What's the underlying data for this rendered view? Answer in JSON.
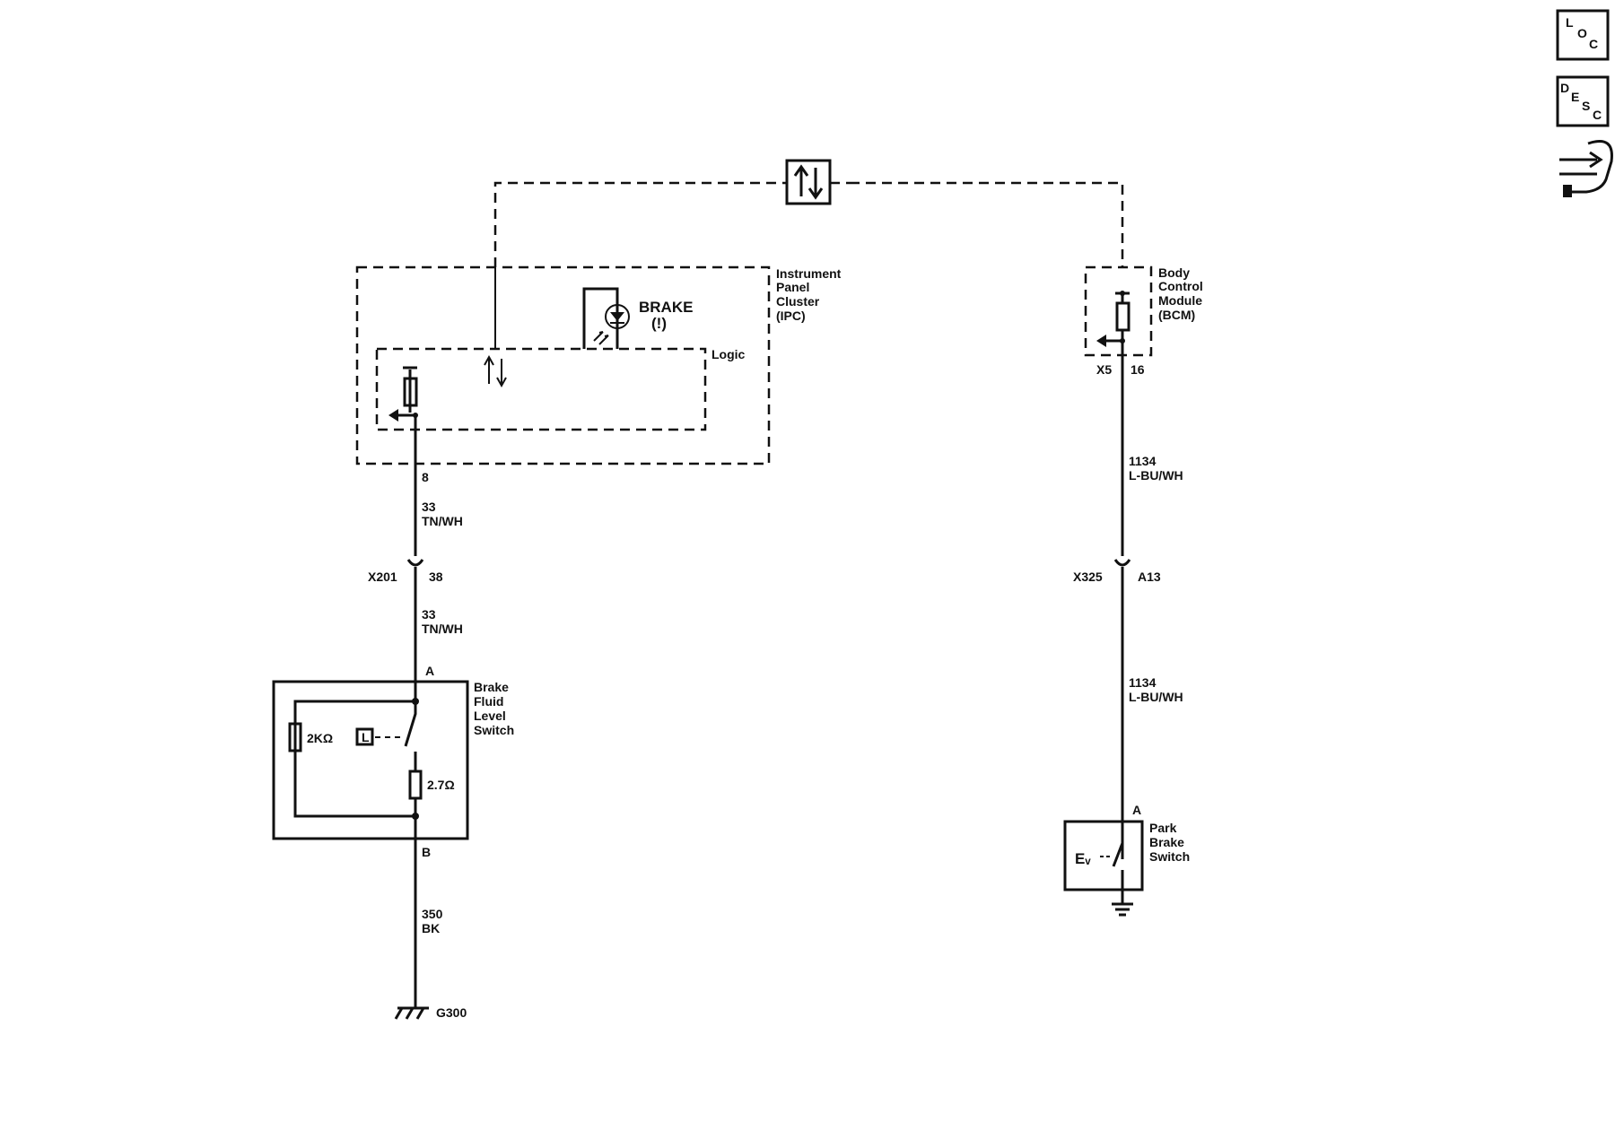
{
  "side_icons": [
    {
      "name": "loc-icon",
      "letters": [
        "L",
        "O",
        "C"
      ]
    },
    {
      "name": "desc-icon",
      "letters": [
        "D",
        "E",
        "S",
        "C"
      ]
    },
    {
      "name": "connector-view-icon"
    }
  ],
  "ipc": {
    "title_lines": [
      "Instrument",
      "Panel",
      "Cluster",
      "(IPC)"
    ],
    "logic_label": "Logic",
    "lamp_label": "BRAKE",
    "lamp_symbol": "(!)",
    "pin": "8"
  },
  "bcm": {
    "title_lines": [
      "Body",
      "Control",
      "Module",
      "(BCM)"
    ],
    "connector": "X5",
    "pin": "16"
  },
  "left_circuit": {
    "wire1": {
      "circuit": "33",
      "color": "TN/WH"
    },
    "connector": {
      "name": "X201",
      "pin": "38"
    },
    "wire2": {
      "circuit": "33",
      "color": "TN/WH"
    },
    "switch": {
      "title_lines": [
        "Brake",
        "Fluid",
        "Level",
        "Switch"
      ],
      "pin_top": "A",
      "pin_bottom": "B",
      "resistor_1": "2KΩ",
      "resistor_2": "2.7Ω",
      "float_symbol": "L"
    },
    "wire3": {
      "circuit": "350",
      "color": "BK"
    },
    "ground": "G300"
  },
  "right_circuit": {
    "wire1": {
      "circuit": "1134",
      "color": "L-BU/WH"
    },
    "connector": {
      "name": "X325",
      "pin": "A13"
    },
    "wire2": {
      "circuit": "1134",
      "color": "L-BU/WH"
    },
    "switch": {
      "title_lines": [
        "Park",
        "Brake",
        "Switch"
      ],
      "pin_top": "A",
      "symbol": "Eᵥ"
    }
  }
}
